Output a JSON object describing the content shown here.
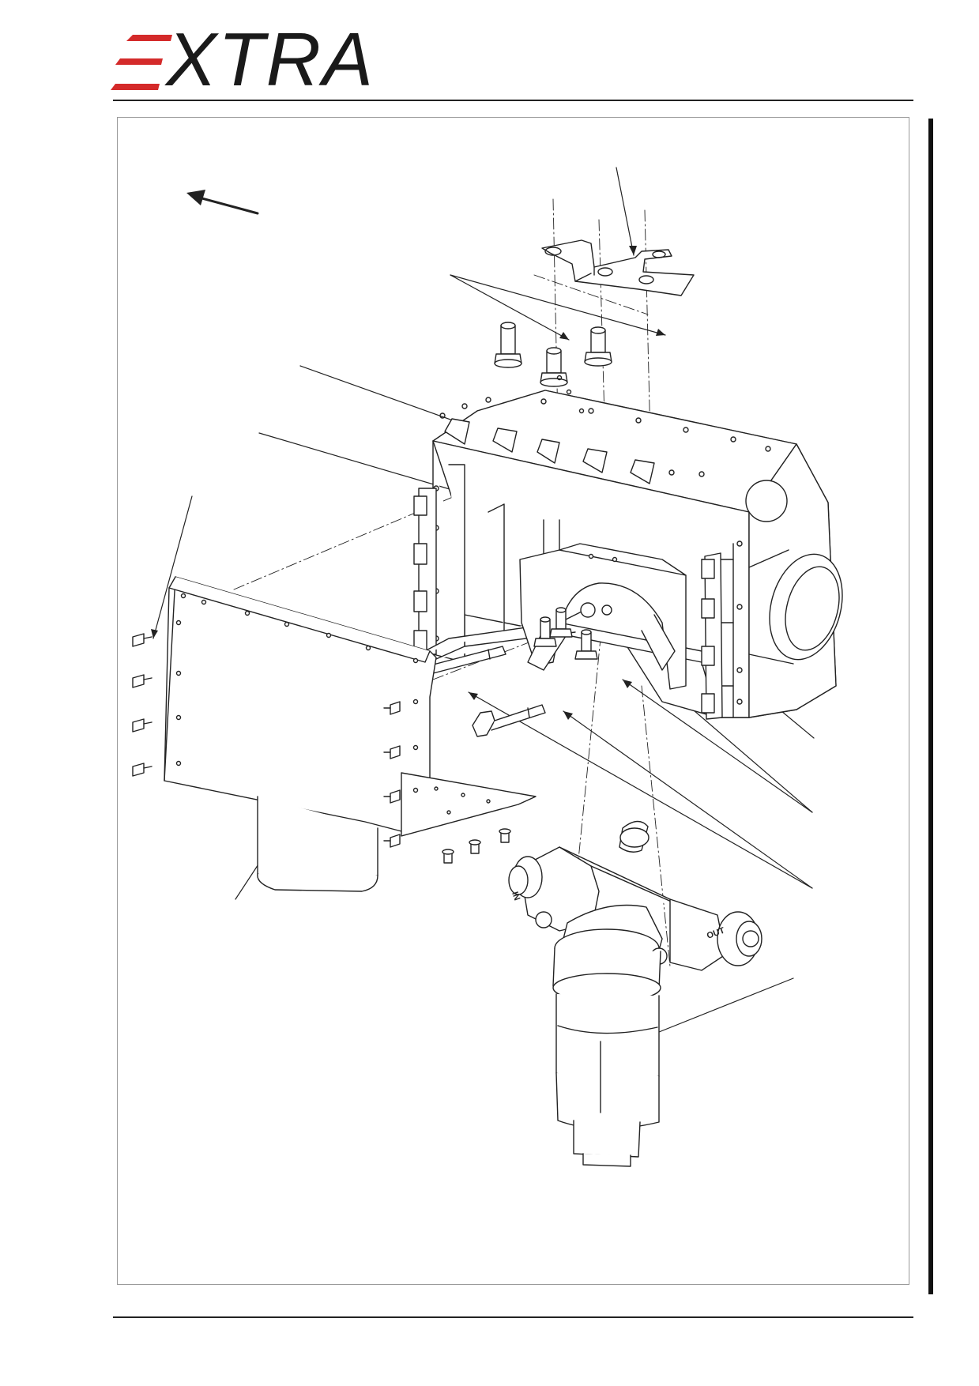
{
  "brand": {
    "logo_text": "XTRA",
    "logo_full": "EXTRA",
    "accent_color": "#d42a2a"
  },
  "filter_labels": {
    "inlet": "IN",
    "outlet": "OUT"
  }
}
